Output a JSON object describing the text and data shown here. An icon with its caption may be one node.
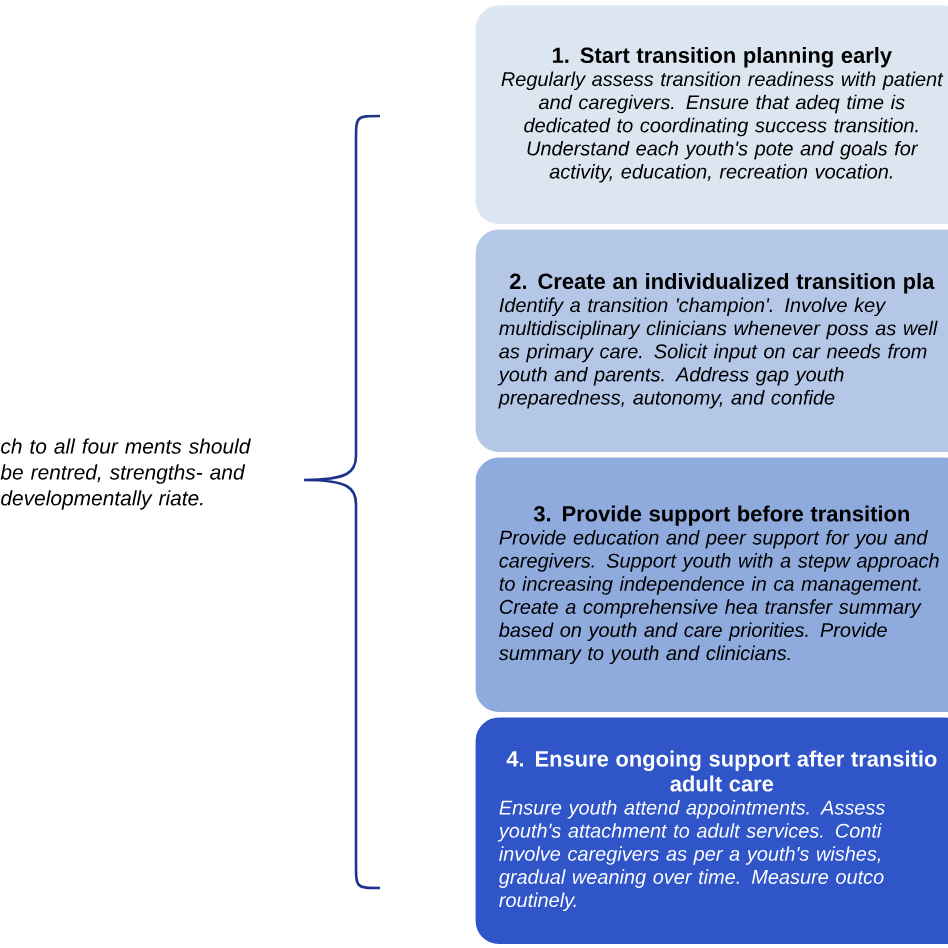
{
  "diagram": {
    "nodes": [
      {
        "text": [
          "ch to all four ments should be rentred, strengths- and developmentally riate."
        ]
      },
      {
        "text": [
          "1. Start transition planning early",
          "Regularly assess transition readiness with patient and caregivers. Ensure that adeq time is dedicated to coordinating success transition. Understand each youth's pote and goals for activity, education, recreation vocation."
        ]
      },
      {
        "text": [
          "2. Create an individualized transition pla",
          "Identify a transition 'champion'. Involve key multidisciplinary clinicians whenever poss as well as primary care. Solicit input on car needs from youth and parents. Address gap youth preparedness, autonomy, and confide"
        ]
      },
      {
        "text": [
          "3. Provide support before transition",
          "Provide education and peer support for you and caregivers. Support youth with a stepw approach to increasing independence in ca management. Create a comprehensive hea transfer summary based on youth and care priorities. Provide summary to youth and clinicians."
        ]
      },
      {
        "text": [
          "4. Ensure ongoing support after transitio adult care",
          "Ensure youth attend appointments. Assess youth's attachment to adult services. Conti involve caregivers as per a youth's wishes, gradual weaning over time. Measure outco routinely."
        ]
      }
    ]
  }
}
